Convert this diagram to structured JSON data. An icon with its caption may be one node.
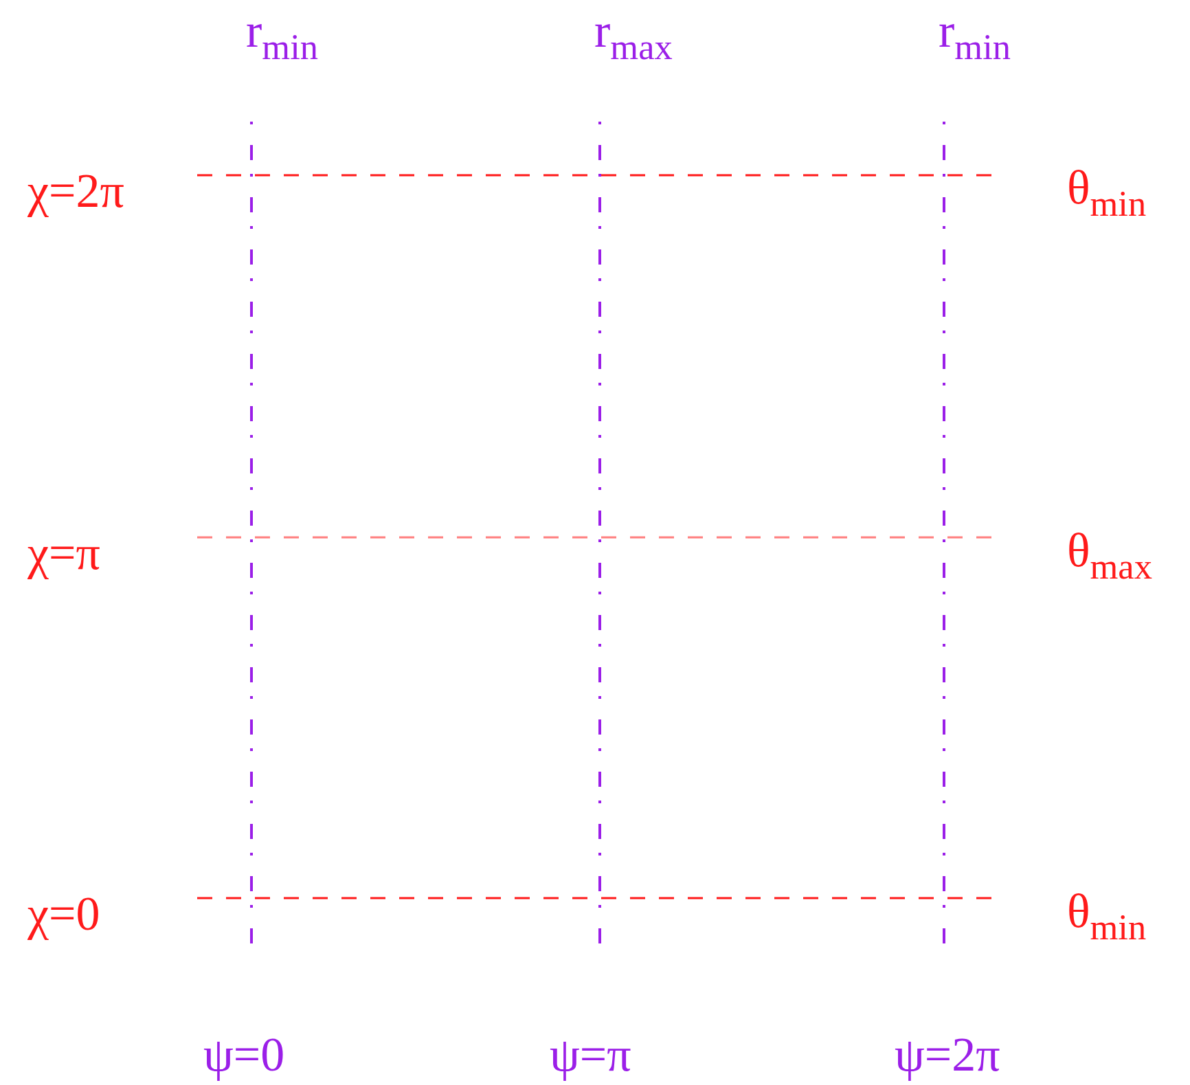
{
  "diagram": {
    "labels": [
      "r$_{min}$",
      "r$_{max}$",
      "r$_{min}$",
      "χ=2π",
      "θ$_{min}$",
      "χ=π",
      "θ$_{max}$",
      "χ=0",
      "θ$_{min}$",
      "ψ=0",
      "ψ=π",
      "ψ=2π"
    ]
  }
}
